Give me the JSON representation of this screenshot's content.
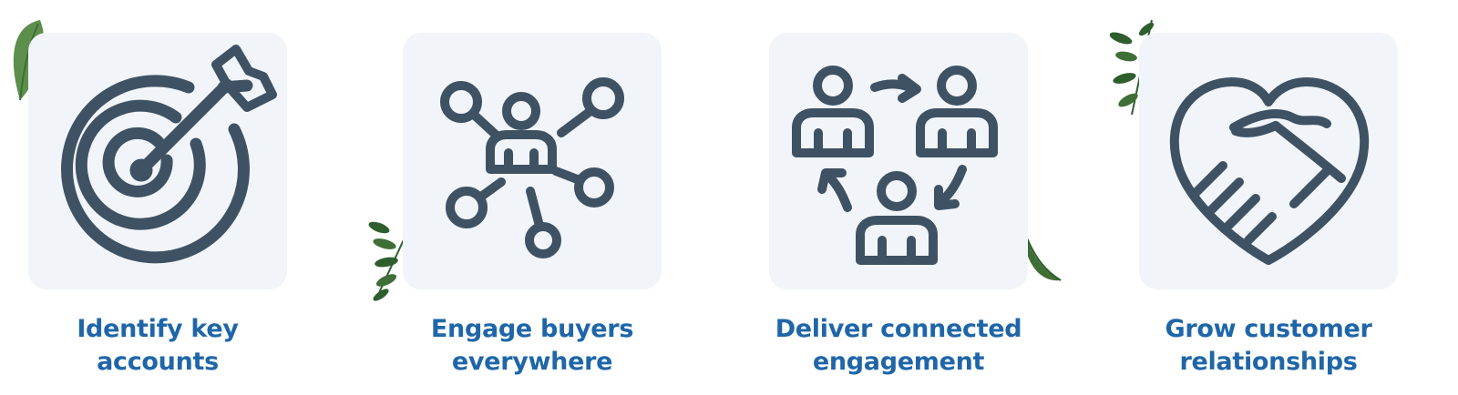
{
  "theme": {
    "tile_bg": "#f1f5f9",
    "icon_color": "#3f5264",
    "caption_color": "#1f66a8",
    "leaf_dark": "#2f5e2e",
    "leaf_light": "#5d8f4c"
  },
  "cards": [
    {
      "icon": "target-arrow-icon",
      "line1": "Identify key",
      "line2": "accounts"
    },
    {
      "icon": "network-people-icon",
      "line1": "Engage buyers",
      "line2": "everywhere"
    },
    {
      "icon": "connected-people-cycle-icon",
      "line1": "Deliver connected",
      "line2": "engagement"
    },
    {
      "icon": "handshake-heart-icon",
      "line1": "Grow customer",
      "line2": "relationships"
    }
  ]
}
